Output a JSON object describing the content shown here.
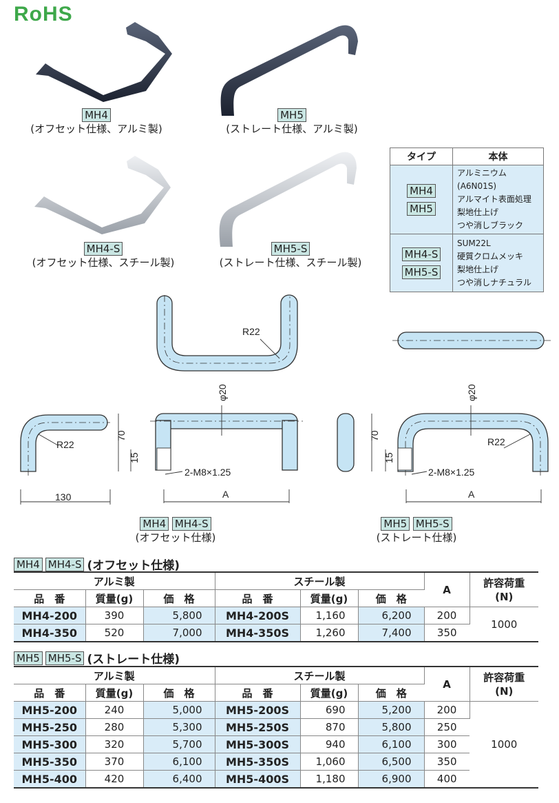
{
  "logo": "RoHS",
  "products": [
    {
      "model": "MH4",
      "desc": "(オフセット仕様、アルミ製)"
    },
    {
      "model": "MH5",
      "desc": "(ストレート仕様、アルミ製)"
    },
    {
      "model": "MH4-S",
      "desc": "(オフセット仕様、スチール製)"
    },
    {
      "model": "MH5-S",
      "desc": "(ストレート仕様、スチール製)"
    }
  ],
  "type_table": {
    "headers": [
      "タイプ",
      "本体"
    ],
    "rows": [
      {
        "types": [
          "MH4",
          "MH5"
        ],
        "lines": [
          "アルミニウム(A6N01S)",
          "アルマイト表面処理",
          "梨地仕上げ",
          "つや消しブラック"
        ]
      },
      {
        "types": [
          "MH4-S",
          "MH5-S"
        ],
        "lines": [
          "SUM22L",
          "硬質クロムメッキ",
          "梨地仕上げ",
          "つや消しナチュラル"
        ]
      }
    ]
  },
  "drawings": {
    "left": {
      "r22_top": "R22",
      "r22_side": "R22",
      "d130": "130",
      "d70": "70",
      "d15": "15",
      "phi20": "φ20",
      "thread": "2-M8×1.25",
      "a": "A",
      "tags": [
        "MH4",
        "MH4-S"
      ],
      "caption": "(オフセット仕様)"
    },
    "right": {
      "r22": "R22",
      "d70": "70",
      "d15": "15",
      "phi20": "φ20",
      "thread": "2-M8×1.25",
      "a": "A",
      "tags": [
        "MH5",
        "MH5-S"
      ],
      "caption": "(ストレート仕様)"
    }
  },
  "tables": {
    "mh4": {
      "tags": [
        "MH4",
        "MH4-S"
      ],
      "title": "(オフセット仕様)",
      "group_aluminum": "アルミ製",
      "group_steel": "スチール製",
      "col_part": "品　番",
      "col_mass": "質量(g)",
      "col_price": "価　格",
      "col_a": "A",
      "col_load": "許容荷重\n(N)",
      "load": "1000",
      "rows": [
        [
          "MH4-200",
          "390",
          "5,800",
          "MH4-200S",
          "1,160",
          "6,200",
          "200"
        ],
        [
          "MH4-350",
          "520",
          "7,000",
          "MH4-350S",
          "1,260",
          "7,400",
          "350"
        ]
      ]
    },
    "mh5": {
      "tags": [
        "MH5",
        "MH5-S"
      ],
      "title": "(ストレート仕様)",
      "group_aluminum": "アルミ製",
      "group_steel": "スチール製",
      "col_part": "品　番",
      "col_mass": "質量(g)",
      "col_price": "価　格",
      "col_a": "A",
      "col_load": "許容荷重\n(N)",
      "load": "1000",
      "rows": [
        [
          "MH5-200",
          "240",
          "5,000",
          "MH5-200S",
          "690",
          "5,200",
          "200"
        ],
        [
          "MH5-250",
          "280",
          "5,300",
          "MH5-250S",
          "870",
          "5,800",
          "250"
        ],
        [
          "MH5-300",
          "320",
          "5,700",
          "MH5-300S",
          "940",
          "6,100",
          "300"
        ],
        [
          "MH5-350",
          "370",
          "6,100",
          "MH5-350S",
          "1,060",
          "6,500",
          "350"
        ],
        [
          "MH5-400",
          "420",
          "6,400",
          "MH5-400S",
          "1,180",
          "6,900",
          "400"
        ]
      ]
    }
  },
  "colors": {
    "drawing_fill": "#c6e4f4",
    "tag_bg": "#c9e6e3",
    "cell_blue": "#d9ecf8",
    "logo": "#3ea84a"
  }
}
